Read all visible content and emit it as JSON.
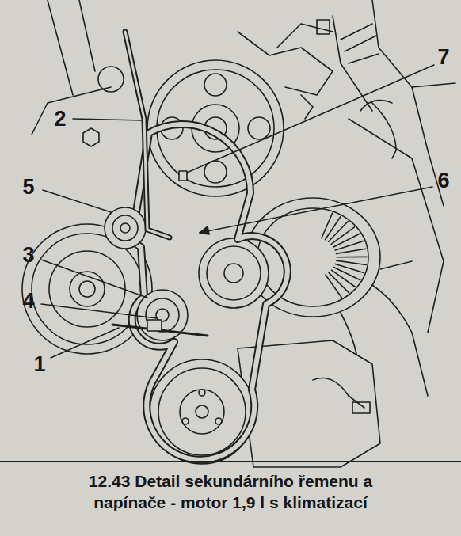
{
  "diagram": {
    "caption": "12.43 Detail sekundárního řemenu a napínače - motor 1,9 l s klimatizací",
    "labels": [
      "7",
      "2",
      "6",
      "5",
      "3",
      "4",
      "1"
    ]
  }
}
